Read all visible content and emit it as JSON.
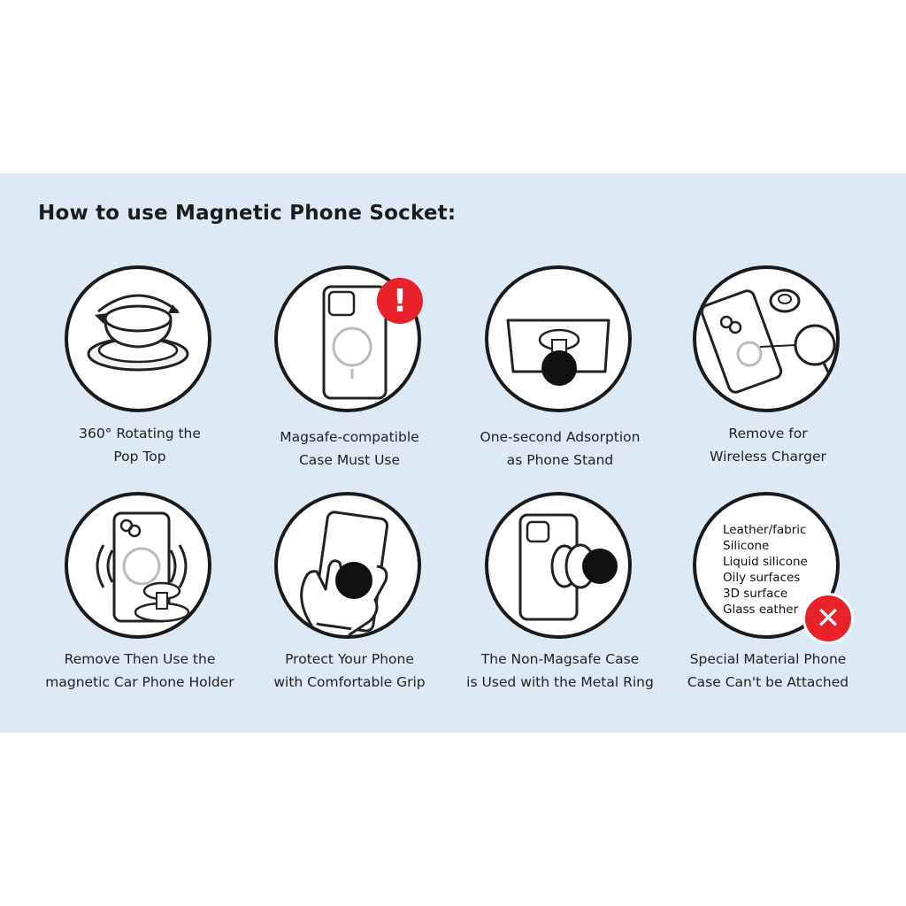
{
  "title": "How to use Magnetic Phone Socket:",
  "accent_color": "#e8212b",
  "panel_color": "#dde9f5",
  "items": [
    {
      "icon": "rotating-pop-top-icon",
      "caption": [
        "360° Rotating the",
        "Pop Top"
      ]
    },
    {
      "icon": "magsafe-case-icon",
      "caption": [
        "Magsafe-compatible",
        "Case Must Use"
      ],
      "badge": "!"
    },
    {
      "icon": "phone-stand-icon",
      "caption": [
        "One-second Adsorption",
        "as Phone Stand"
      ]
    },
    {
      "icon": "wireless-charger-icon",
      "caption": [
        "Remove for",
        "Wireless Charger"
      ]
    },
    {
      "icon": "car-phone-holder-icon",
      "caption": [
        "Remove Then Use the",
        "magnetic Car Phone Holder"
      ]
    },
    {
      "icon": "hand-grip-icon",
      "caption": [
        "Protect Your Phone",
        "with Comfortable Grip"
      ]
    },
    {
      "icon": "metal-ring-icon",
      "caption": [
        "The Non-Magsafe Case",
        "is Used with the Metal Ring"
      ]
    },
    {
      "icon": "special-material-icon",
      "caption": [
        "Special Material Phone",
        "Case Can't be Attached"
      ],
      "badge": "✕",
      "materials": [
        "Leather/fabric",
        "Silicone",
        "Liquid silicone",
        "Oily surfaces",
        "3D surface",
        "Glass eather"
      ]
    }
  ]
}
